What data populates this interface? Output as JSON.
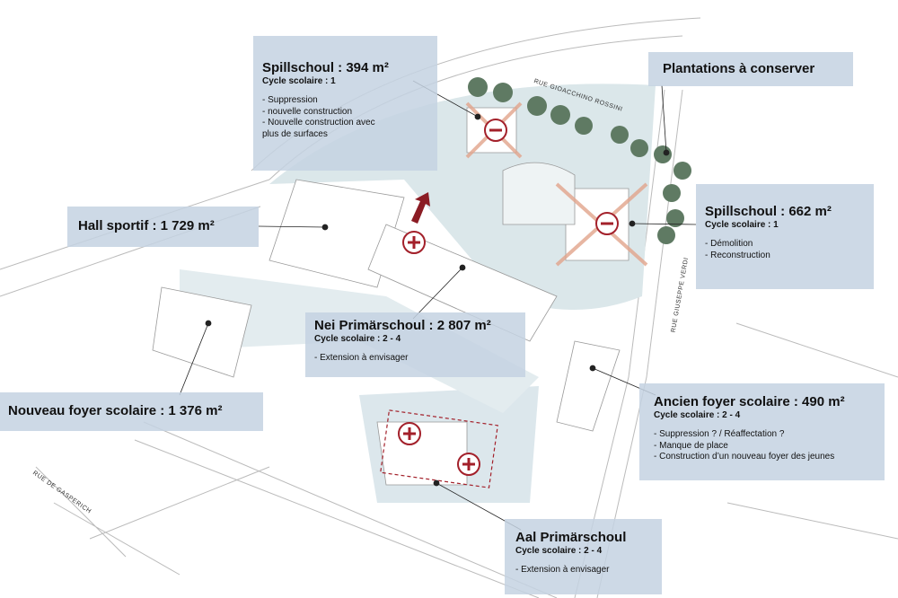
{
  "labels": {
    "spillschoul_394": {
      "title": "Spillschoul : 394 m²",
      "cycle": "Cycle scolaire : 1",
      "notes": [
        "- Suppression",
        "- nouvelle construction",
        "- Nouvelle  construction avec",
        "plus de surfaces"
      ]
    },
    "plantations": {
      "title": "Plantations à conserver"
    },
    "spillschoul_662": {
      "title": "Spillschoul : 662 m²",
      "cycle": "Cycle scolaire : 1",
      "notes": [
        "- Démolition",
        "- Reconstruction"
      ]
    },
    "hall_sportif": {
      "title": "Hall sportif : 1 729 m²"
    },
    "nei_primarschoul": {
      "title": "Nei Primärschoul : 2 807 m²",
      "cycle": "Cycle scolaire : 2 - 4",
      "notes": [
        "- Extension à envisager"
      ]
    },
    "nouveau_foyer": {
      "title": "Nouveau foyer scolaire : 1 376 m²"
    },
    "ancien_foyer": {
      "title": "Ancien foyer scolaire : 490 m²",
      "cycle": "Cycle scolaire : 2 - 4",
      "notes": [
        "- Suppression ? / Réaffectation ?",
        "- Manque de place",
        "- Construction d’un nouveau foyer des jeunes"
      ]
    },
    "aal_primarschoul": {
      "title": "Aal Primärschoul",
      "cycle": "Cycle scolaire : 2 - 4",
      "notes": [
        "- Extension à envisager"
      ]
    }
  },
  "streets": {
    "rossini": "RUE GIOACCHINO ROSSINI",
    "verdi": "RUE GIUSEPPE VERDI",
    "gasperich": "RUE DE GASPERICH"
  },
  "colors": {
    "accent": "#a3202a",
    "box": "#c4d2e2",
    "park": "#dbe7ea"
  },
  "icons": [
    "plus-icon",
    "minus-icon",
    "arrow-icon",
    "tree-icon"
  ]
}
